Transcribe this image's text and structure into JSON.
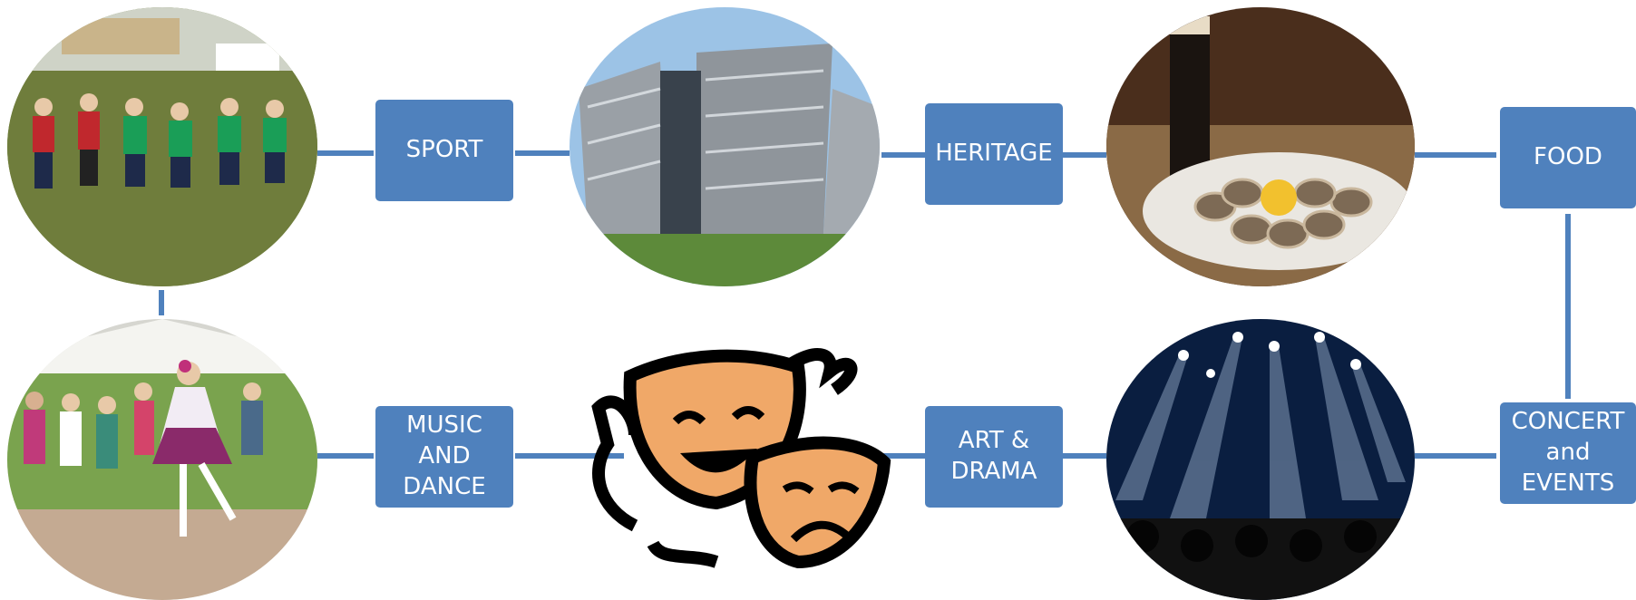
{
  "diagram": {
    "accent_color": "#4f81bd",
    "categories": [
      {
        "id": "sport",
        "label": "SPORT",
        "image": "children-rugby-photo"
      },
      {
        "id": "heritage",
        "label": "HERITAGE",
        "image": "titanic-building-photo"
      },
      {
        "id": "food",
        "label": "FOOD",
        "image": "oysters-and-stout-photo"
      },
      {
        "id": "concert",
        "label": "CONCERT\nand\nEVENTS",
        "image": "concert-stage-photo"
      },
      {
        "id": "art",
        "label": "ART &\nDRAMA",
        "image": "theatre-masks-icon"
      },
      {
        "id": "music",
        "label": "MUSIC\nAND\nDANCE",
        "image": "irish-dancer-photo"
      }
    ]
  }
}
